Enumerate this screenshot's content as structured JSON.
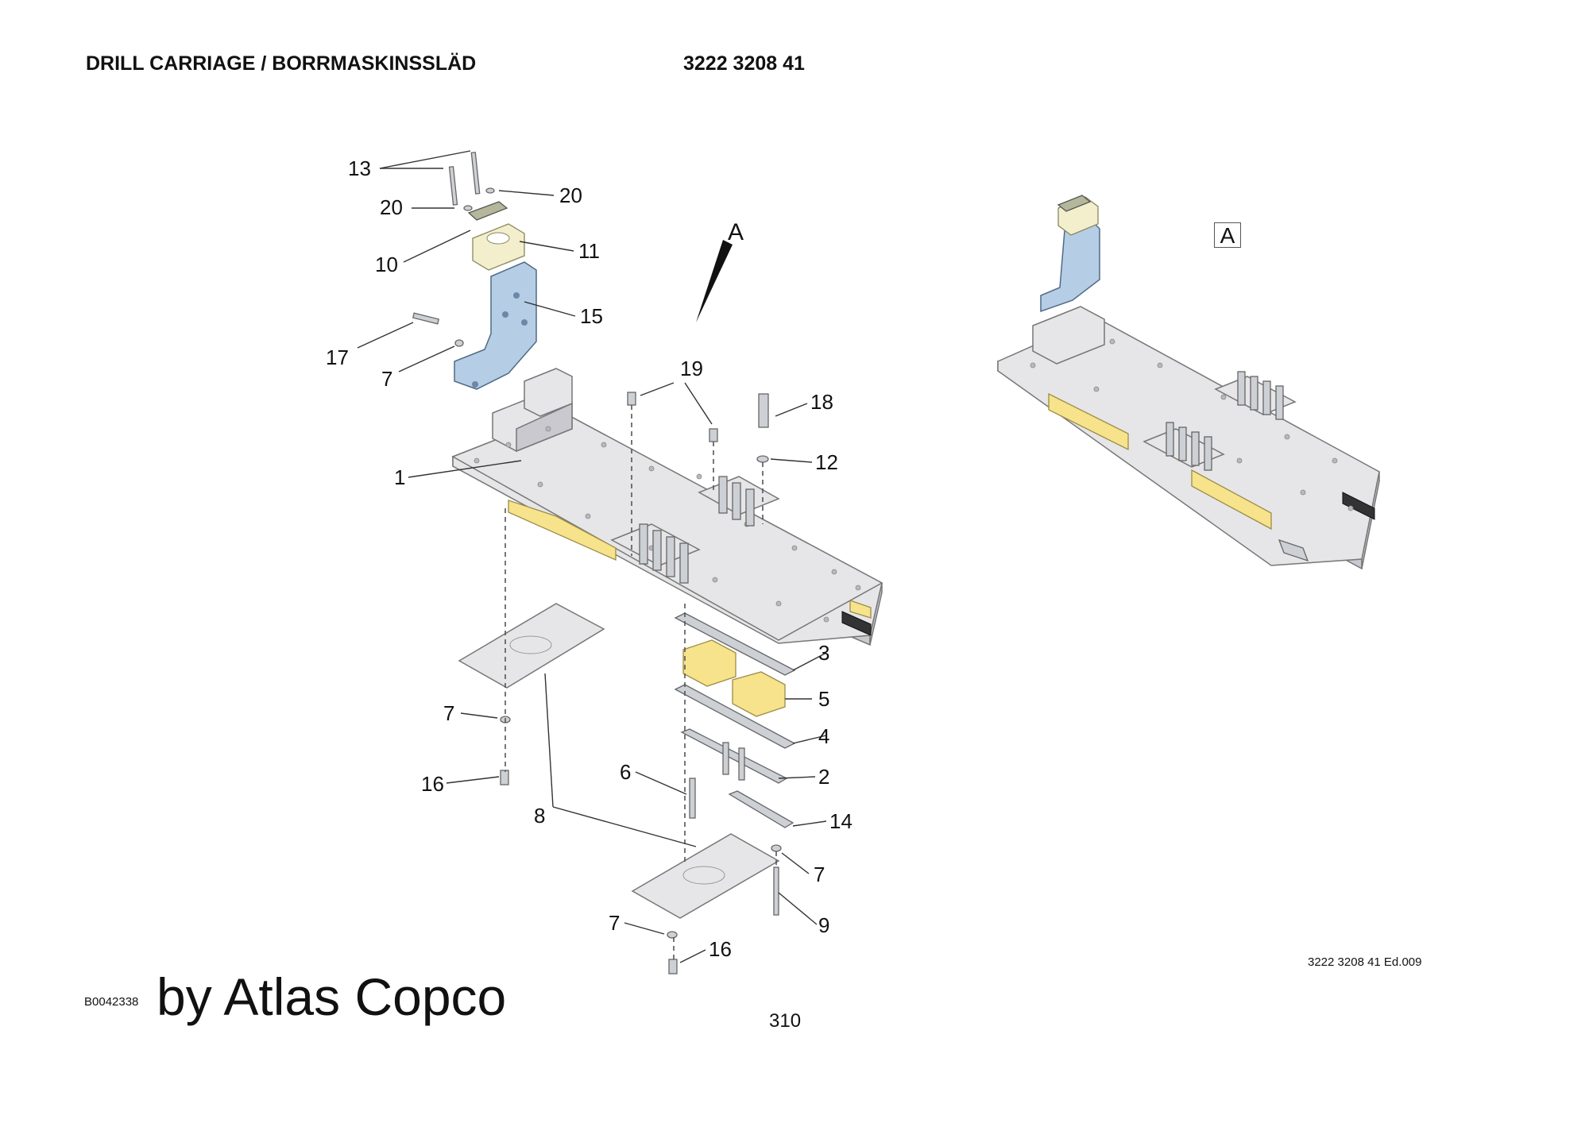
{
  "header": {
    "title": "DRILL CARRIAGE / BORRMASKINSSLÄD",
    "part_number": "3222 3208 41"
  },
  "views": {
    "arrow_label": "A",
    "detail_label": "A"
  },
  "callouts": [
    "13",
    "20",
    "20",
    "10",
    "11",
    "15",
    "17",
    "7",
    "19",
    "18",
    "12",
    "1",
    "3",
    "5",
    "4",
    "7",
    "16",
    "6",
    "2",
    "8",
    "14",
    "7",
    "9",
    "7",
    "16"
  ],
  "footer": {
    "edition": "3222 3208 41 Ed.009",
    "doc_id": "B0042338",
    "byline": "by Atlas Copco",
    "page_number": "310"
  },
  "colors": {
    "plate": "#e6e6e9",
    "liner": "#f6e38c",
    "bracket": "#b6cde6",
    "clamp_cap": "#b5b79a",
    "clamp": "#f3efcd"
  }
}
